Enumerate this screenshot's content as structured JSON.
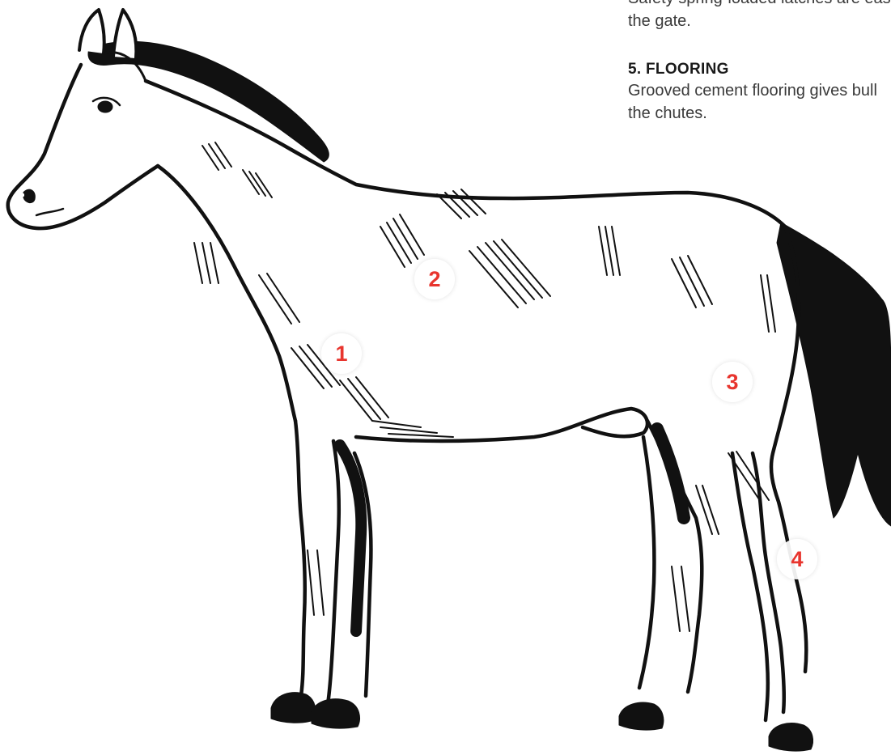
{
  "text": {
    "line1": "Safety spring-loaded latches are eas",
    "line2": "the gate.",
    "heading": "5. FLOORING",
    "line3": "Grooved cement flooring gives bull",
    "line4": "the chutes."
  },
  "markers": [
    "1",
    "2",
    "3",
    "4"
  ],
  "colors": {
    "marker_text": "#e8352e",
    "ink": "#111111",
    "body_text": "#3a3a3a"
  },
  "illustration": {
    "icon": "horse-illustration"
  }
}
